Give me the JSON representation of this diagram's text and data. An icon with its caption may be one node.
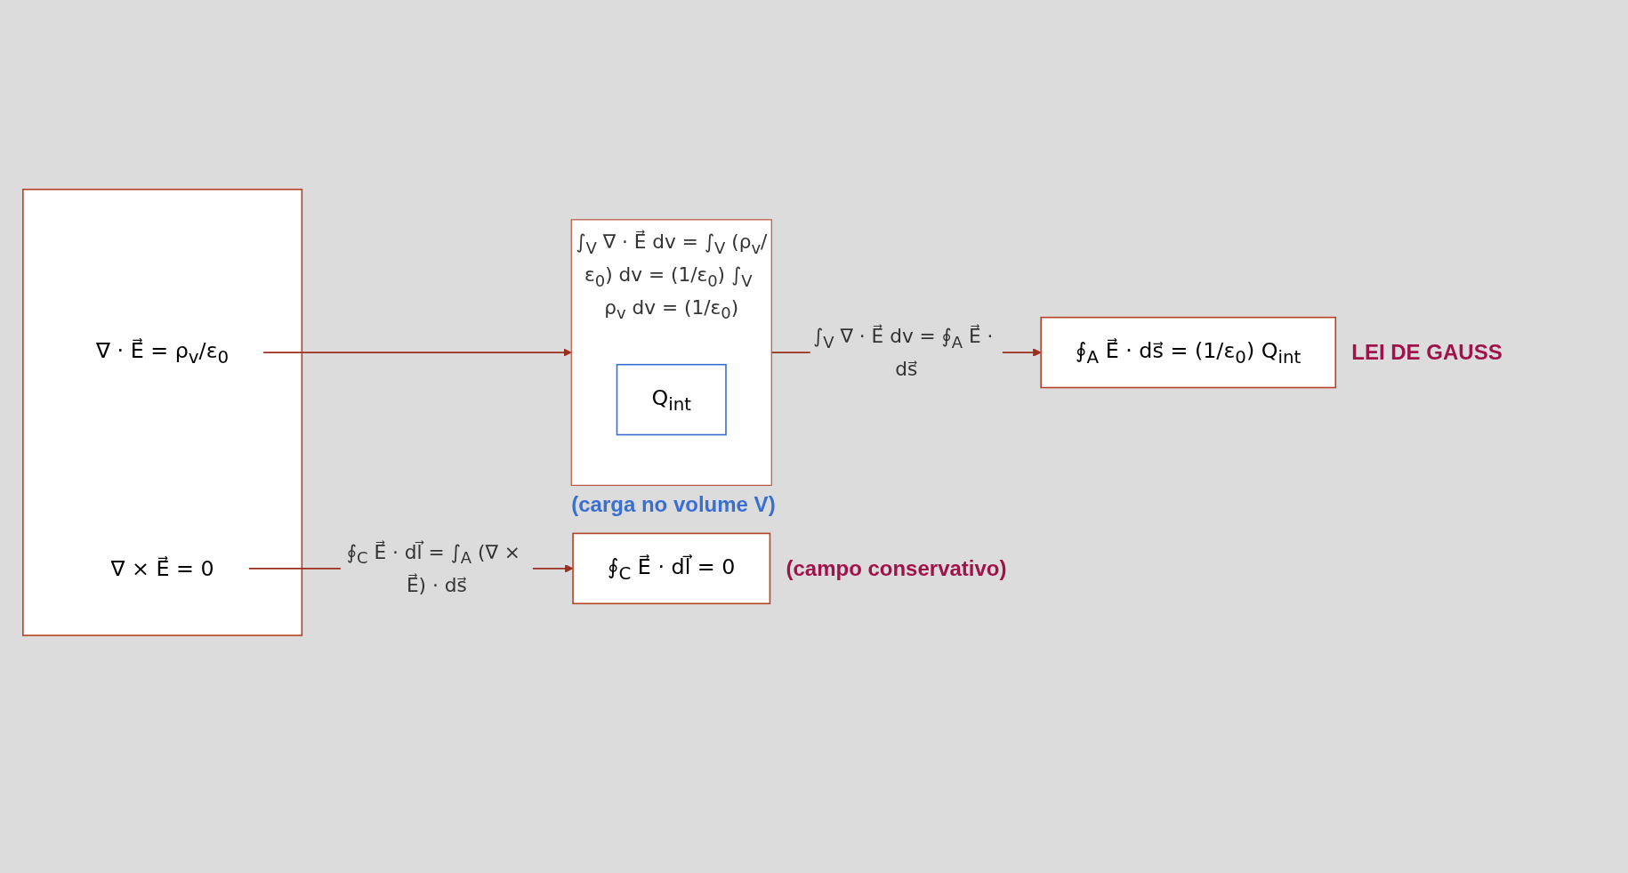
{
  "diagram": {
    "nodes": [
      {
        "text": [],
        "shape": "box"
      },
      {
        "text": [
          "∇ × E⃗ = 0"
        ],
        "in": 0
      },
      {
        "text": [
          "∇ · E⃗ = ρ$_{v}$/ε$_{0}$"
        ],
        "in": 0
      },
      {
        "text": [
          "∮$_{C}$ E⃗ · dl⃗ = 0"
        ],
        "beside": [
          "(campo conservativo)"
        ]
      },
      {
        "text": [
          "∫$_{V}$ ∇ · E⃗ dv = ∫$_{V}$ (ρ$_{v}$/ε$_{0}$) dv = (1/ε$_{0}$) ∫$_{V}$ ρ$_{v}$ dv = (1/ε$_{0}$)"
        ],
        "beside": [
          "(carga no volume V)"
        ]
      },
      {
        "text": [
          "Q$_{int}$"
        ],
        "in": 4
      },
      {
        "text": [
          "∮$_{A}$ E⃗ · ds⃗ = (1/ε$_{0}$) Q$_{int}$"
        ],
        "beside": [
          "LEI DE GAUSS"
        ]
      }
    ],
    "edges": [
      {
        "from": 1,
        "to": 3,
        "arrow": "to",
        "label": "∮$_{C}$ E⃗ · dl⃗ = ∫$_{A}$ (∇ × E⃗) · ds⃗"
      },
      {
        "from": 2,
        "to": 4,
        "arrow": "to"
      },
      {
        "from": 4,
        "to": 6,
        "arrow": "to",
        "label": "∫$_{V}$ ∇ · E⃗ dv = ∮$_{A}$ E⃗ · ds⃗"
      }
    ]
  }
}
